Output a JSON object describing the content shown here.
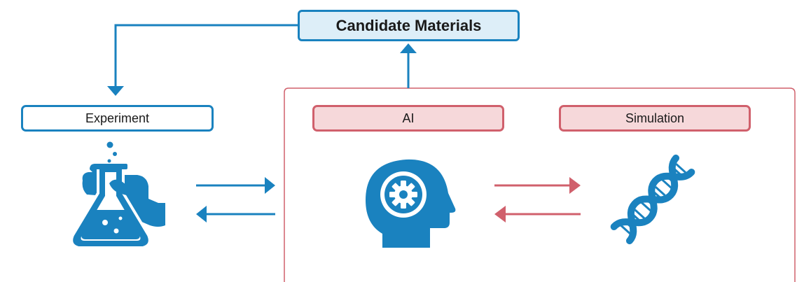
{
  "nodes": {
    "candidate": "Candidate Materials",
    "experiment": "Experiment",
    "ai": "AI",
    "simulation": "Simulation"
  },
  "colors": {
    "blue": "#1a82bf",
    "red": "#d0606c",
    "blue_fill": "#ddeef8",
    "red_fill": "#f6d8da",
    "icon_blue": "#1a82bf"
  },
  "icons": [
    "flask-in-hand-icon",
    "ai-head-gear-icon",
    "dna-helix-icon"
  ]
}
